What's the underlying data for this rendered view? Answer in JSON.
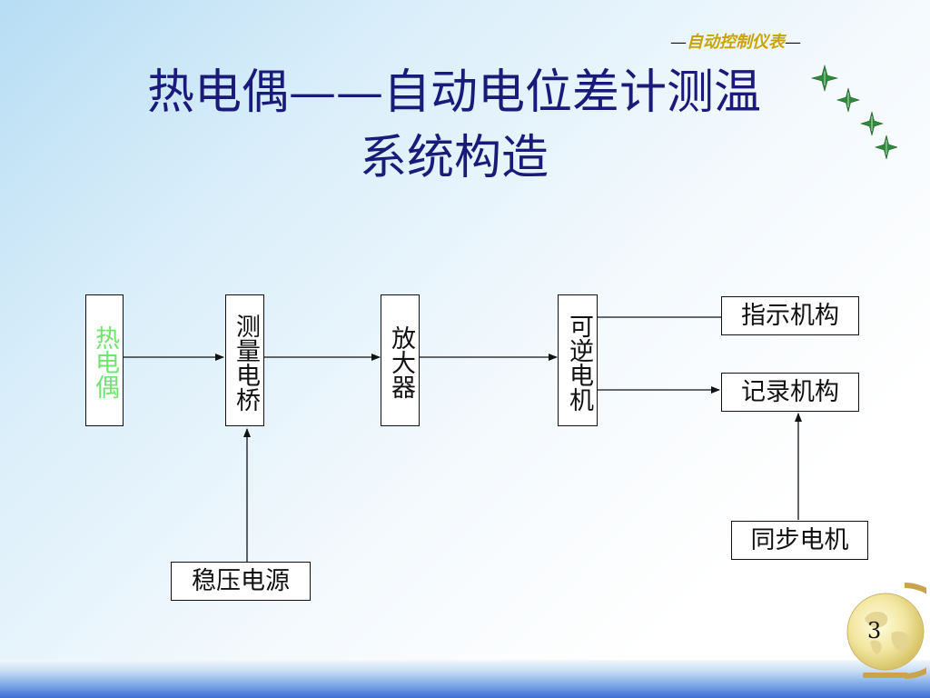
{
  "header": {
    "dash_left": "—",
    "tag": "自动控制仪表",
    "dash_right": "—"
  },
  "title": "热电偶——自动电位差计测温\n系统构造",
  "diagram": {
    "nodes": {
      "thermocouple": "热电偶",
      "bridge": "测量电桥",
      "amplifier": "放大器",
      "motor": "可逆电机",
      "indicator": "指示机构",
      "recorder": "记录机构",
      "sync_motor": "同步电机",
      "power": "稳压电源"
    }
  },
  "colors": {
    "title": "#1a1a7a",
    "thermocouple_text": "#6fe46f",
    "header_tag": "#c9a400",
    "star": "#2e8b3a"
  },
  "page_number": "3"
}
